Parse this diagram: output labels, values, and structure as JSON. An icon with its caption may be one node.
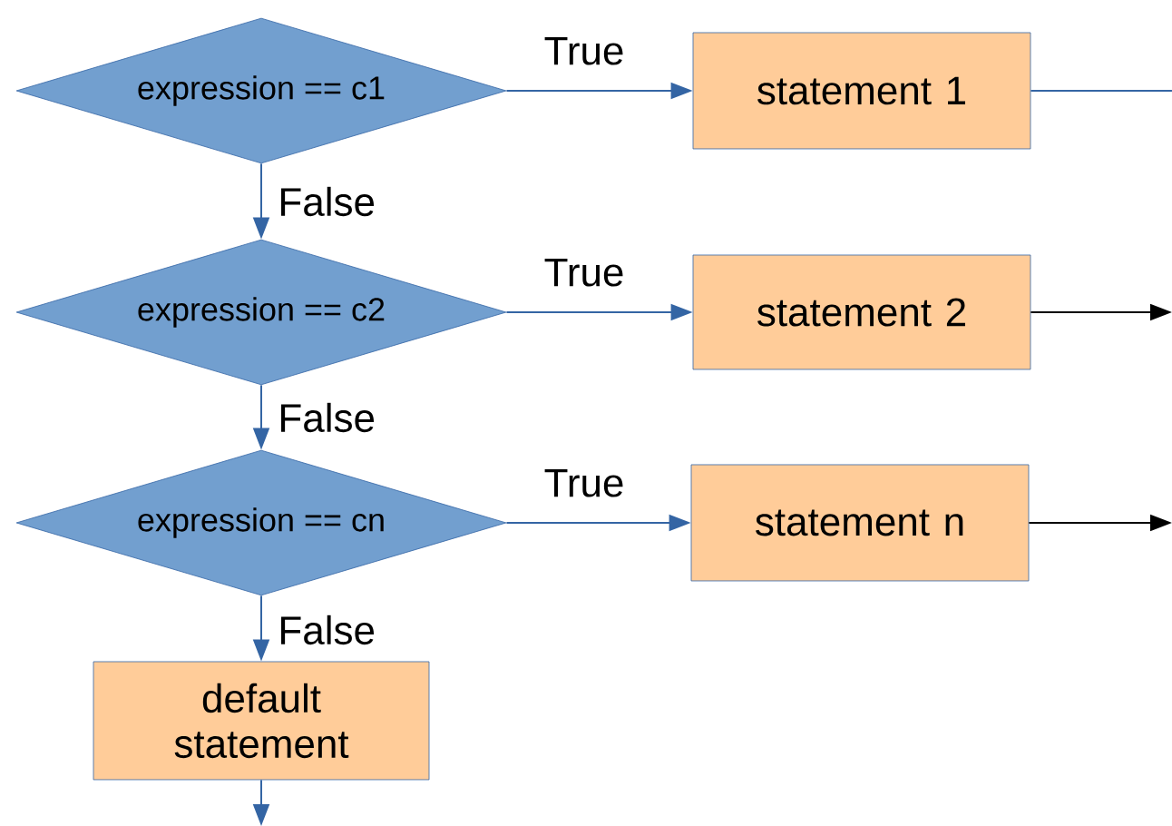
{
  "diagram": {
    "nodes": [
      {
        "text": [
          "expression == c1"
        ]
      },
      {
        "text": [
          "statement 1"
        ]
      },
      {
        "text": [
          "expression == c2"
        ]
      },
      {
        "text": [
          "statement 2"
        ]
      },
      {
        "text": [
          "expression == cn"
        ]
      },
      {
        "text": [
          "statement n"
        ]
      },
      {
        "text": [
          "default statement"
        ]
      }
    ],
    "edges": [
      {
        "from": 0,
        "to": 1,
        "arrow": "to",
        "label": "True"
      },
      {
        "from": 0,
        "to": 2,
        "arrow": "to",
        "label": "False"
      },
      {
        "from": 1,
        "to": null,
        "arrow": "none"
      },
      {
        "from": 2,
        "to": 3,
        "arrow": "to",
        "label": "True"
      },
      {
        "from": 2,
        "to": 4,
        "arrow": "to",
        "label": "False"
      },
      {
        "from": 3,
        "to": null,
        "arrow": "to",
        "color": "#000000"
      },
      {
        "from": 4,
        "to": 5,
        "arrow": "to",
        "label": "True"
      },
      {
        "from": 4,
        "to": 6,
        "arrow": "to",
        "label": "False"
      },
      {
        "from": 5,
        "to": null,
        "arrow": "to",
        "color": "#000000"
      },
      {
        "from": 6,
        "to": null,
        "arrow": "to"
      }
    ]
  }
}
